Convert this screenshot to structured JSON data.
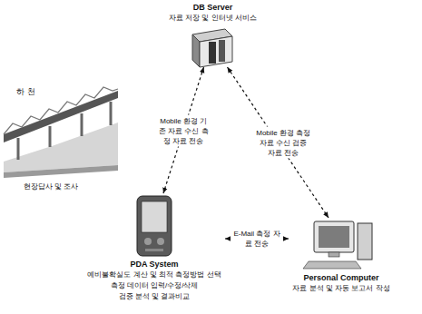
{
  "diagram": {
    "nodes": [
      {
        "text": [
          "DB Server",
          "자료 저장 및 인터넷 서비스"
        ]
      },
      {
        "text": [
          "PDA System",
          "예비불확실도 계산 및 최적 측정방법 선택",
          "측정 데이터 입력/수정/삭제",
          "검증 분석 및 결과비교"
        ]
      },
      {
        "text": [
          "Personal Computer",
          "자료 분석 및 자동 보고서 작성"
        ]
      }
    ],
    "edges": [
      {
        "from": 0,
        "to": 1,
        "arrow": "both",
        "label": "Mobile 환경 기존 자료 수신 측정 자료 전송"
      },
      {
        "from": 0,
        "to": 2,
        "arrow": "both",
        "label": "Mobile 환경 측정 자료 수신 검증 자료 전송"
      },
      {
        "from": 1,
        "to": 2,
        "arrow": "both",
        "label": "E-Mail 측정 자료 전송"
      }
    ],
    "labels": [
      "하 천",
      "현장답사 및 조사"
    ]
  }
}
